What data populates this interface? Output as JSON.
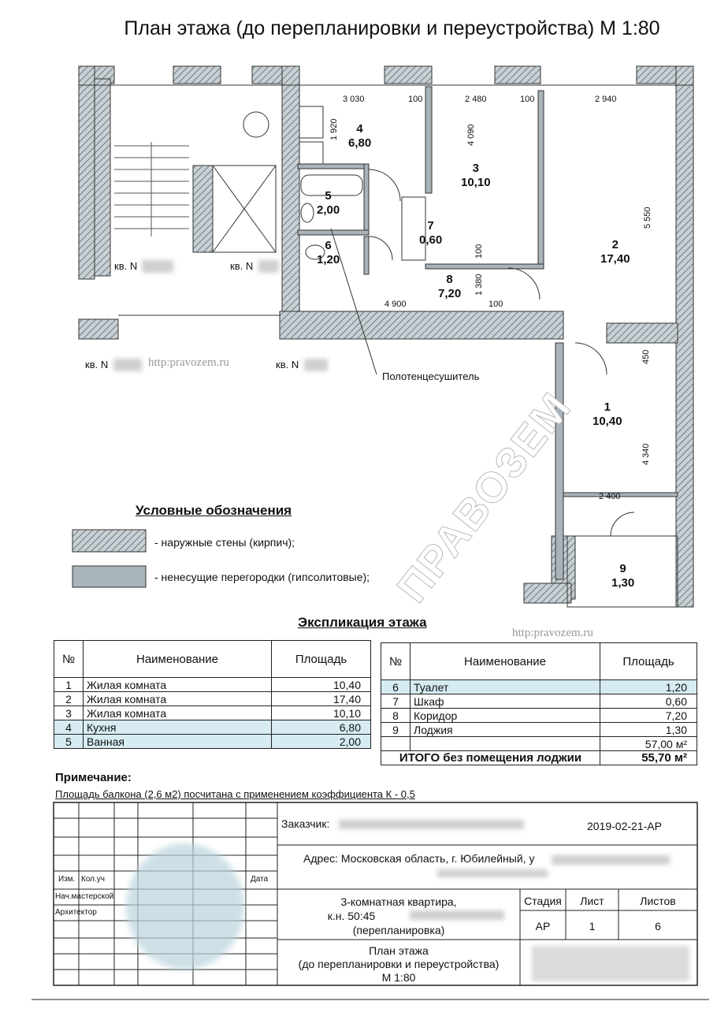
{
  "title": "План этажа (до перепланировки и переустройства) М 1:80",
  "rooms": [
    {
      "n": "4",
      "area": "6,80"
    },
    {
      "n": "3",
      "area": "10,10"
    },
    {
      "n": "5",
      "area": "2,00"
    },
    {
      "n": "7",
      "area": "0,60"
    },
    {
      "n": "6",
      "area": "1,20"
    },
    {
      "n": "2",
      "area": "17,40"
    },
    {
      "n": "8",
      "area": "7,20"
    },
    {
      "n": "1",
      "area": "10,40"
    },
    {
      "n": "9",
      "area": "1,30"
    }
  ],
  "dimensions": {
    "d3030": "3 030",
    "d100a": "100",
    "d2480": "2 480",
    "d100b": "100",
    "d2940": "2 940",
    "d1920": "1 920",
    "d4090": "4 090",
    "d5550": "5 550",
    "d100c": "100",
    "d1380": "1 380",
    "d4900": "4 900",
    "d100d": "100",
    "d450": "450",
    "d4340": "4 340",
    "d2400": "2 400"
  },
  "plan_labels": {
    "kv": "кв. N",
    "watermark_url": "http:pravozem.ru",
    "towel_dryer": "Полотенцесушитель",
    "watermark_logo": "ПРАВОЗЕМ"
  },
  "legend": {
    "title": "Условные обозначения",
    "outer_walls": "- наружные стены (кирпич);",
    "partitions": "- ненесущие перегородки (гипсолитовые);",
    "colors": {
      "outer": "#8a9aa3",
      "partition": "#a9b3ba"
    }
  },
  "explication": {
    "title": "Экспликация этажа",
    "headers": [
      "№",
      "Наименование",
      "Площадь"
    ],
    "left_rows": [
      {
        "n": "1",
        "name": "Жилая комната",
        "area": "10,40"
      },
      {
        "n": "2",
        "name": "Жилая комната",
        "area": "17,40"
      },
      {
        "n": "3",
        "name": "Жилая комната",
        "area": "10,10"
      },
      {
        "n": "4",
        "name": "Кухня",
        "area": "6,80"
      },
      {
        "n": "5",
        "name": "Ванная",
        "area": "2,00"
      }
    ],
    "right_rows": [
      {
        "n": "6",
        "name": "Туалет",
        "area": "1,20"
      },
      {
        "n": "7",
        "name": "Шкаф",
        "area": "0,60"
      },
      {
        "n": "8",
        "name": "Коридор",
        "area": "7,20"
      },
      {
        "n": "9",
        "name": "Лоджия",
        "area": "1,30"
      }
    ],
    "total": "57,00 м²",
    "total_no_loggia_label": "ИТОГО без помещения лоджии",
    "total_no_loggia": "55,70 м²",
    "watermark_url": "http:pravozem.ru",
    "highlight_color": "#d6ecf2"
  },
  "note": {
    "title": "Примечание:",
    "text": "Площадь балкона (2,6 м2) посчитана с применением коэффициента К - 0,5"
  },
  "title_block": {
    "customer_label": "Заказчик:",
    "code": "2019-02-21-АР",
    "address": "Адрес: Московская область, г. Юбилейный, у",
    "izm": "Изм.",
    "koluch": "Кол.уч",
    "date": "Дата",
    "head": "Нач.мастерской",
    "architect": "Архитектор",
    "object_line1": "3-комнатная квартира,",
    "object_line2": "к.н. 50:45",
    "object_line3": "(перепланировка)",
    "stage_label": "Стадия",
    "sheet_label": "Лист",
    "sheets_label": "Листов",
    "stage": "АР",
    "sheet": "1",
    "sheets": "6",
    "drawing_line1": "План этажа",
    "drawing_line2": "(до перепланировки и переустройства)",
    "drawing_line3": "М 1:80"
  }
}
